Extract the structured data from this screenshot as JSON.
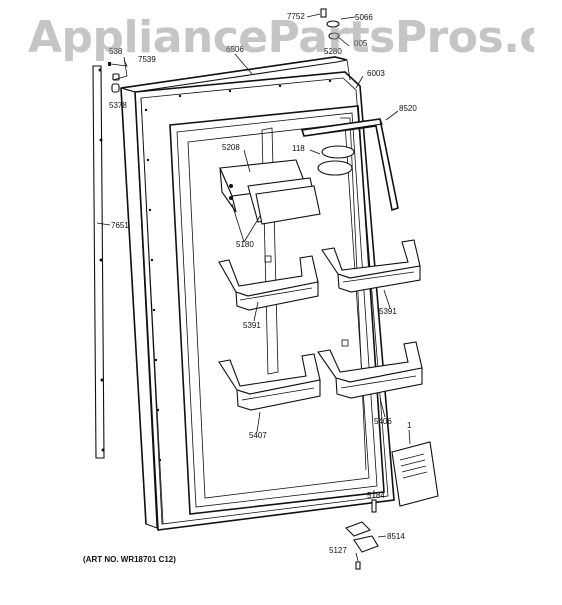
{
  "watermark": "AppliancePartsPros.com",
  "art_number": "(ART NO. WR18701 C12)",
  "part_labels": {
    "p7752": "7752",
    "p5066": "5066",
    "p538": "538",
    "p7539": "7539",
    "p6506": "6506",
    "p5280": "5280",
    "p005": "005",
    "p5378": "5378",
    "p6003": "6003",
    "p8520": "8520",
    "p5208": "5208",
    "p118": "118",
    "p7651": "7651",
    "p5180": "5180",
    "p5391a": "5391",
    "p5391b": "5391",
    "p5406": "5406",
    "p5407": "5407",
    "p1": "1",
    "p5184": "5184",
    "p8514": "8514",
    "p5127": "5127"
  }
}
